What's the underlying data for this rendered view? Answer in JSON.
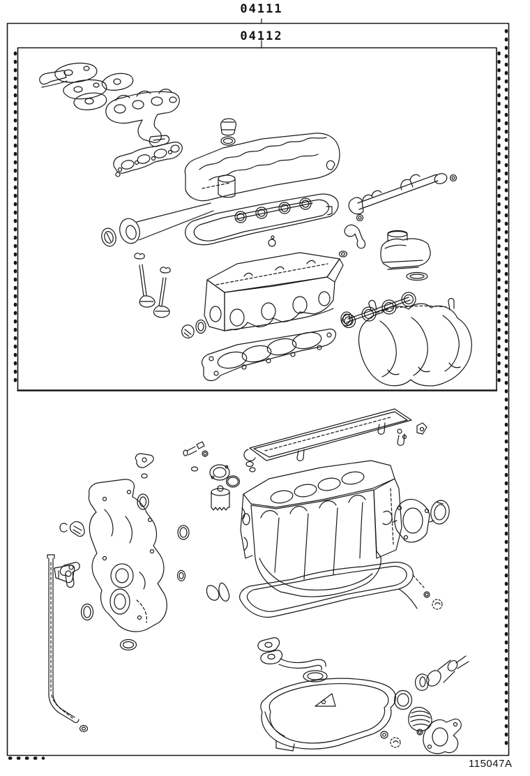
{
  "page": {
    "background": "#ffffff",
    "line_color": "#171717",
    "figure_code": "115047A"
  },
  "kit_labels": {
    "full_gasket_kit": "04111",
    "valve_grind_kit": "04112"
  }
}
